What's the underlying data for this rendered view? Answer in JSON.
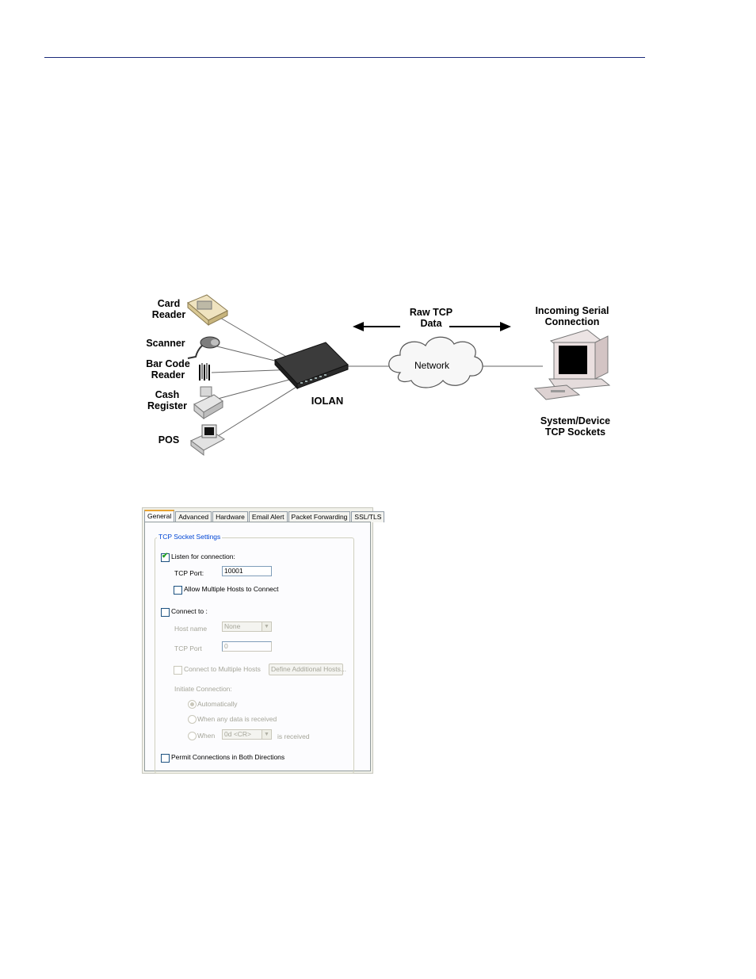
{
  "diagram": {
    "devices": {
      "card_reader": "Card\nReader",
      "scanner": "Scanner",
      "bar_code_reader": "Bar Code\nReader",
      "cash_register": "Cash\nRegister",
      "pos": "POS"
    },
    "iolan": "IOLAN",
    "raw_tcp": "Raw TCP\nData",
    "network": "Network",
    "incoming": "Incoming Serial\nConnection",
    "system": "System/Device\nTCP Sockets"
  },
  "dialog": {
    "tabs": [
      "General",
      "Advanced",
      "Hardware",
      "Email Alert",
      "Packet Forwarding",
      "SSL/TLS"
    ],
    "group_title": "TCP Socket Settings",
    "listen_label": "Listen for connection:",
    "listen_checked": true,
    "tcp_port_label": "TCP Port:",
    "tcp_port_value": "10001",
    "allow_multiple_label": "Allow Multiple Hosts to Connect",
    "connect_to_label": "Connect to :",
    "host_name_label": "Host name",
    "host_name_value": "None",
    "tcp_port2_label": "TCP Port",
    "tcp_port2_value": "0",
    "connect_multiple_label": "Connect to Multiple Hosts",
    "define_hosts_button": "Define Additional Hosts...",
    "initiate_label": "Initiate Connection:",
    "radio_auto": "Automatically",
    "radio_any_data": "When any data is received",
    "radio_when": "When",
    "when_value": "0d <CR>",
    "is_received": "is received",
    "permit_label": "Permit Connections in Both Directions"
  }
}
